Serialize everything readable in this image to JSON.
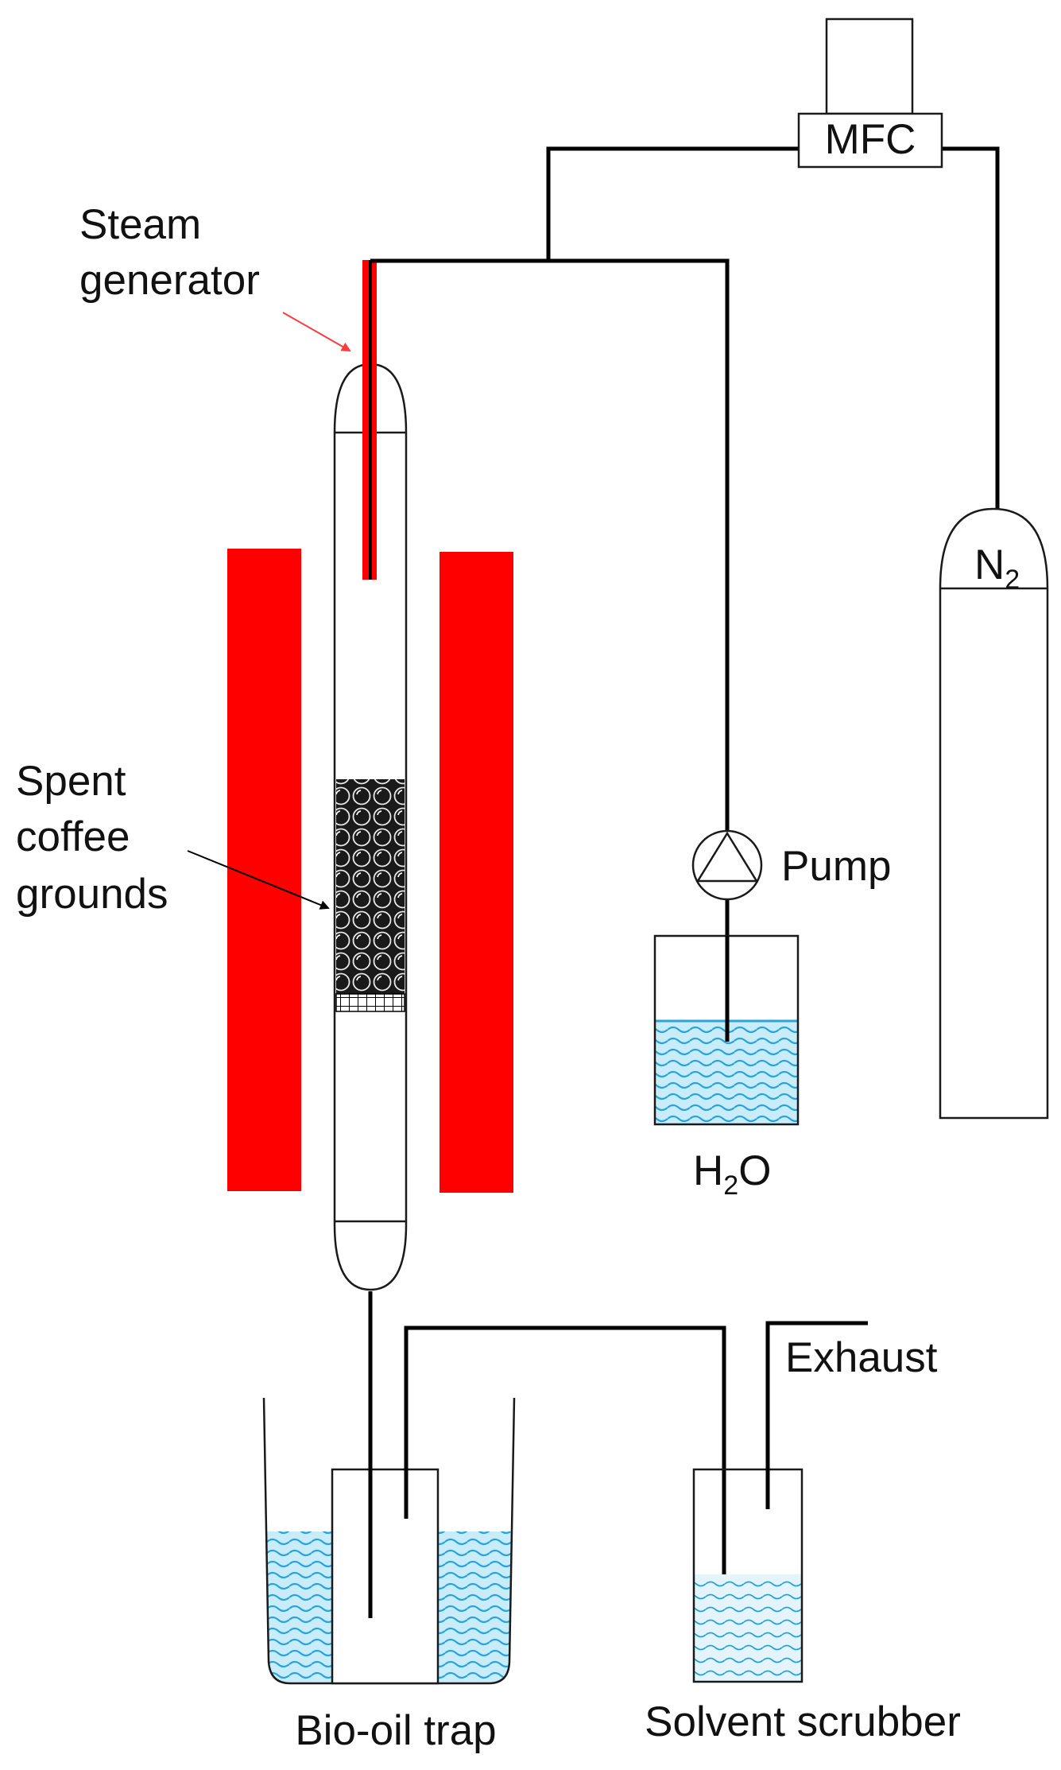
{
  "labels": {
    "steam_generator_line1": "Steam",
    "steam_generator_line2": "generator",
    "spent_coffee_line1": "Spent",
    "spent_coffee_line2": "coffee",
    "spent_coffee_line3": "grounds",
    "mfc": "MFC",
    "n2_main": "N",
    "n2_sub": "2",
    "pump": "Pump",
    "h2o_h": "H",
    "h2o_sub": "2",
    "h2o_o": "O",
    "exhaust": "Exhaust",
    "bio_oil_trap": "Bio-oil trap",
    "solvent_scrubber": "Solvent scrubber"
  },
  "colors": {
    "furnace": "#ff0000",
    "steam_line": "#ff0000",
    "liquid": "#2aa3d9",
    "liquid_fill": "#bfe6f5",
    "packing": "#1a1a1a"
  },
  "icons": {
    "pump": "pump-symbol",
    "gas_cylinder": "gas-cylinder",
    "furnace": "furnace-heater"
  }
}
